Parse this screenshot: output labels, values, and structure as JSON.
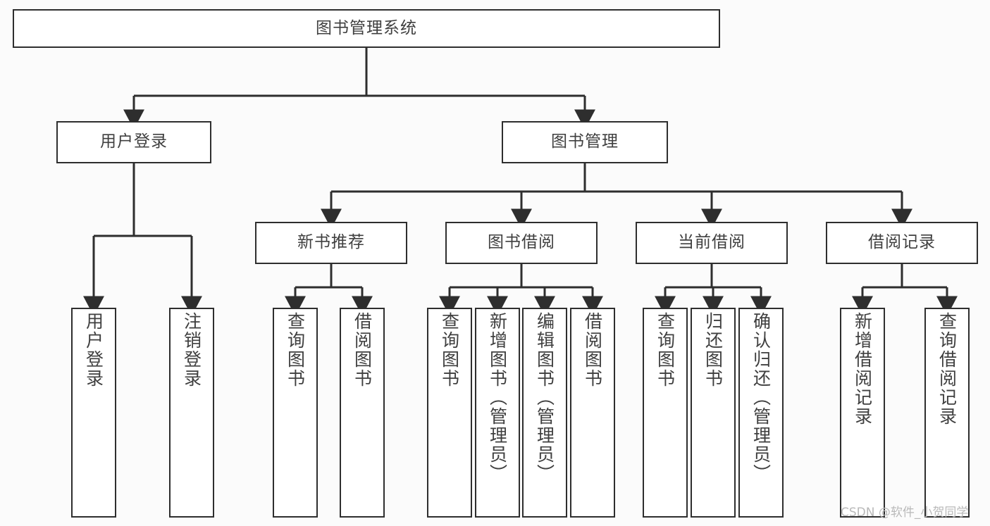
{
  "diagram": {
    "type": "tree-hierarchy",
    "title": "图书管理系统",
    "watermark": "CSDN @软件_小贺同学",
    "colors": {
      "box_border": "#2e2e2e",
      "box_fill": "#ffffff",
      "text": "#3f3f3f",
      "connector": "#2e2e2e",
      "background": "#fbfbfb",
      "watermark": "#b9b9b9"
    },
    "levels": {
      "root": {
        "label": "图书管理系统"
      },
      "level2": [
        {
          "label": "用户登录"
        },
        {
          "label": "图书管理"
        }
      ],
      "level3": [
        {
          "label": "新书推荐"
        },
        {
          "label": "图书借阅"
        },
        {
          "label": "当前借阅"
        },
        {
          "label": "借阅记录"
        }
      ],
      "leaves": {
        "user_login": [
          {
            "label": "用户登录"
          },
          {
            "label": "注销登录"
          }
        ],
        "new_book_rec": [
          {
            "label": "查询图书"
          },
          {
            "label": "借阅图书"
          }
        ],
        "book_borrow": [
          {
            "label": "查询图书"
          },
          {
            "label": "新增图书（管理员）"
          },
          {
            "label": "编辑图书（管理员）"
          },
          {
            "label": "借阅图书"
          }
        ],
        "current_borrow": [
          {
            "label": "查询图书"
          },
          {
            "label": "归还图书"
          },
          {
            "label": "确认归还（管理员）"
          }
        ],
        "borrow_record": [
          {
            "label": "新增借阅记录"
          },
          {
            "label": "查询借阅记录"
          }
        ]
      }
    }
  }
}
